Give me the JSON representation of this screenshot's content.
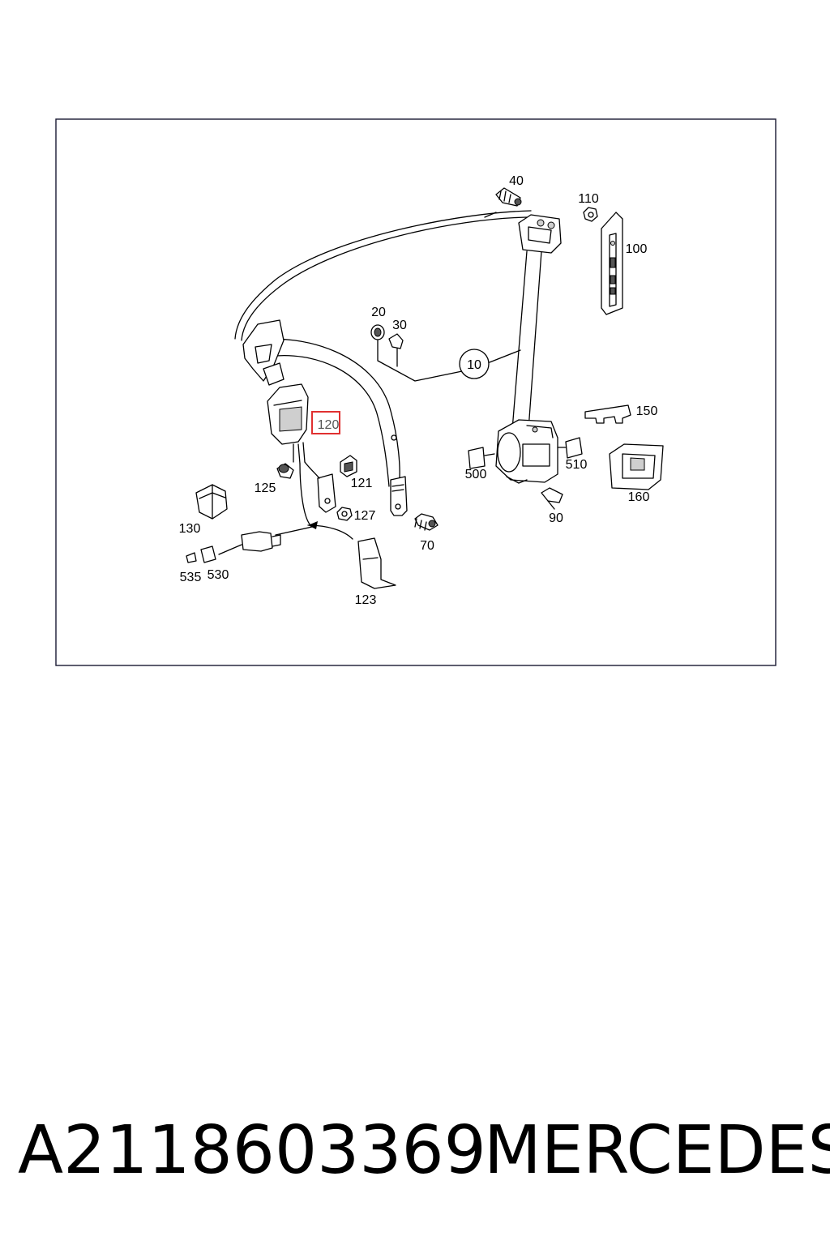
{
  "callouts": {
    "c10": "10",
    "c20": "20",
    "c30": "30",
    "c40": "40",
    "c70": "70",
    "c90": "90",
    "c100": "100",
    "c110": "110",
    "c120": "120",
    "c121": "121",
    "c123": "123",
    "c125": "125",
    "c127": "127",
    "c130": "130",
    "c150": "150",
    "c160": "160",
    "c500": "500",
    "c510": "510",
    "c530": "530",
    "c535": "535"
  },
  "highlight": {
    "callout": "120",
    "color": "#e03030"
  },
  "footer": {
    "part_number": "A2118603369",
    "brand": "MERCEDES"
  }
}
